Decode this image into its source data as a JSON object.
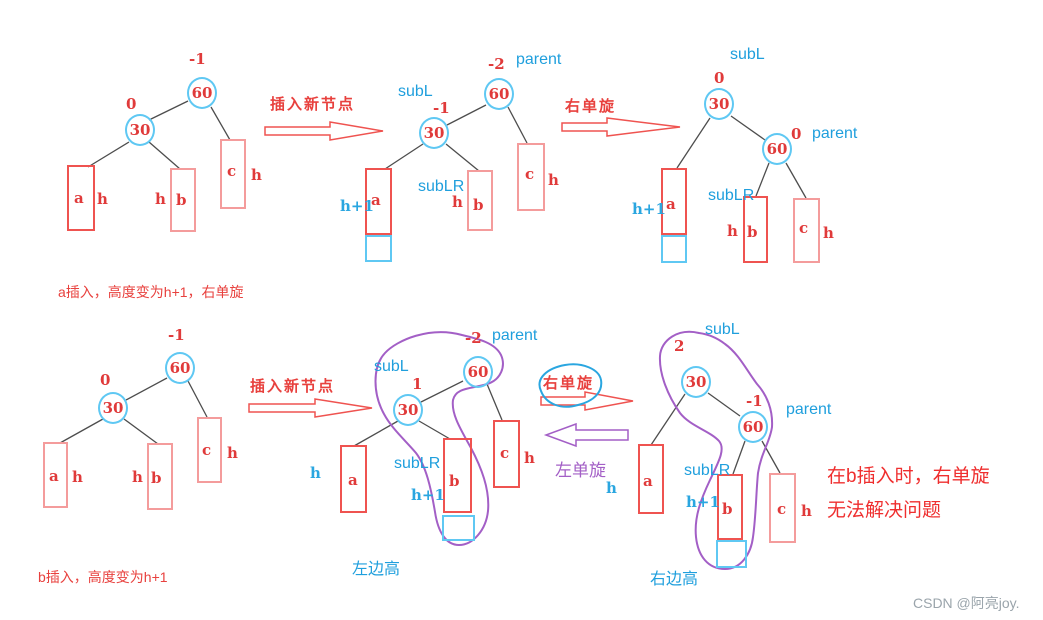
{
  "shared": {
    "insert": "插入新节点",
    "rotate_right": "右单旋",
    "rotate_left": "左单旋",
    "parent": "parent",
    "subL": "subL",
    "subLR": "subLR",
    "h": "h",
    "h_plus_1": "h+1"
  },
  "captions": {
    "top": "a插入，高度变为h+1，右单旋",
    "bottom": "b插入，高度变为h+1",
    "left_high": "左边高",
    "right_high": "右边高",
    "note_line1": "在b插入时，右单旋",
    "note_line2": "无法解决问题"
  },
  "watermark": "CSDN @阿亮joy.",
  "colors": {
    "red": "#e8413e",
    "light_red": "#f49c9c",
    "blue": "#1f9fdd",
    "node_outline": "#5fc8f3",
    "purple": "#a35fc6",
    "edge": "#4d4d4d",
    "watermark_gray": "#9aa4ab"
  },
  "trees": {
    "t1": {
      "bf60": "-1",
      "v60": "60",
      "bf30": "0",
      "v30": "30",
      "a": "a",
      "b": "b",
      "c": "c"
    },
    "t2": {
      "bf60": "-2",
      "v60": "60",
      "bf30": "-1",
      "v30": "30",
      "a": "a",
      "b": "b",
      "c": "c"
    },
    "t3": {
      "bf30": "0",
      "v30": "30",
      "bf60": "0",
      "v60": "60",
      "a": "a",
      "b": "b",
      "c": "c"
    },
    "t4": {
      "bf60": "-1",
      "v60": "60",
      "bf30": "0",
      "v30": "30",
      "a": "a",
      "b": "b",
      "c": "c"
    },
    "t5": {
      "bf60": "-2",
      "v60": "60",
      "bf30": "1",
      "v30": "30",
      "a": "a",
      "b": "b",
      "c": "c"
    },
    "t6": {
      "bf30": "2",
      "v30": "30",
      "bf60": "-1",
      "v60": "60",
      "a": "a",
      "b": "b",
      "c": "c"
    }
  }
}
